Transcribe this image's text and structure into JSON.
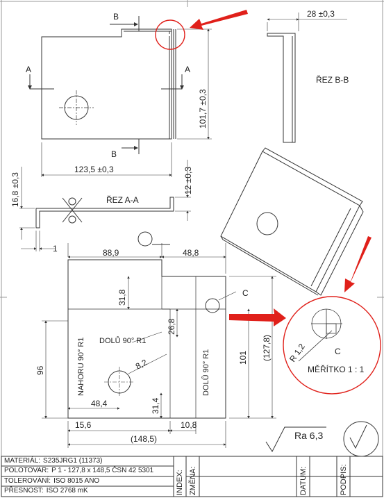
{
  "section_bb": {
    "title": "ŘEZ B-B",
    "dim": "28 ±0,3"
  },
  "section_aa": {
    "title": "ŘEZ A-A",
    "dim_left": "16,8 ±0,3",
    "dim_right": "12 ±0,3",
    "dim_small": "1"
  },
  "front_view": {
    "width": "123,5 ±0,3",
    "height": "101,7 ±0,3",
    "marker_a": "A",
    "marker_b": "B"
  },
  "flat_pattern": {
    "top_left": "88,9",
    "top_right": "48,8",
    "step": "31,8",
    "step_low": "26,8",
    "left_height": "96",
    "right_height": "101",
    "right_height_ref": "(127,8)",
    "hole_d": "8,2",
    "hole_x": "48,4",
    "hole_y": "31,4",
    "bottom_left": "15,6",
    "bottom_right": "10,8",
    "total_width": "(148,5)",
    "bend_up": "NAHORU 90° R1",
    "bend_down_1": "DOLŮ 90° R1",
    "bend_down_2": "DOLŮ 90° R1",
    "detail_ref": "C"
  },
  "detail": {
    "label": "C",
    "radius": "R 1,2",
    "scale": "MĚŘÍTKO 1 : 1"
  },
  "surface": {
    "roughness": "Ra 6,3"
  },
  "title_block": {
    "material_label": "MATERIÁL:",
    "material": "S235JRG1 (11373)",
    "blank_label": "POLOTOVAR:",
    "blank": "P 1 - 127,8 x 148,5  ČSN 42 5301",
    "tolerance_label": "TOLEROVÁNÍ:",
    "tolerance": "ISO 8015  ANO",
    "precision_label": "PŘESNOST:",
    "precision": "ISO 2768  mK",
    "index": "INDEX:",
    "change": "ZMĚNA:",
    "date": "DATUM:",
    "sign": "PODPIS:"
  },
  "colors": {
    "annotation": "#e0201a",
    "line": "#333333"
  }
}
